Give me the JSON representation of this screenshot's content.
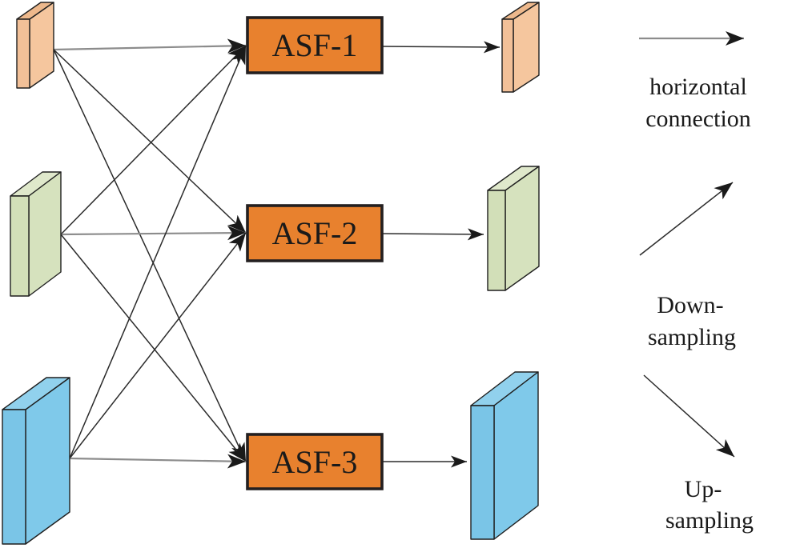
{
  "blocks": [
    {
      "label": "ASF-1"
    },
    {
      "label": "ASF-2"
    },
    {
      "label": "ASF-3"
    }
  ],
  "feature_maps": {
    "level1": {
      "face": "#F5C69E",
      "top": "#EDB88C",
      "front": "#F2C098"
    },
    "level2": {
      "face": "#D6E2BE",
      "top": "#DFE8CB",
      "front": "#D2DFB8"
    },
    "level3": {
      "face": "#7FC9EA",
      "top": "#91D1ED",
      "front": "#7AC5E7"
    }
  },
  "legend": {
    "horizontal_connection": {
      "line1": "horizontal",
      "line2": "connection",
      "icon": "right-arrow-icon"
    },
    "down_sampling": {
      "line1": "Down-",
      "line2": "sampling",
      "icon": "up-right-arrow-icon"
    },
    "up_sampling": {
      "line1": "Up-",
      "line2": "sampling",
      "icon": "down-right-arrow-icon"
    }
  },
  "colors": {
    "block_fill": "#E8812E",
    "block_border": "#231F20",
    "line_dark": "#2B2B2B",
    "line_gray": "#8C8C8C",
    "arrowhead": "#1A1A1A",
    "text": "#1A1A1A",
    "background": "#FFFFFF"
  }
}
